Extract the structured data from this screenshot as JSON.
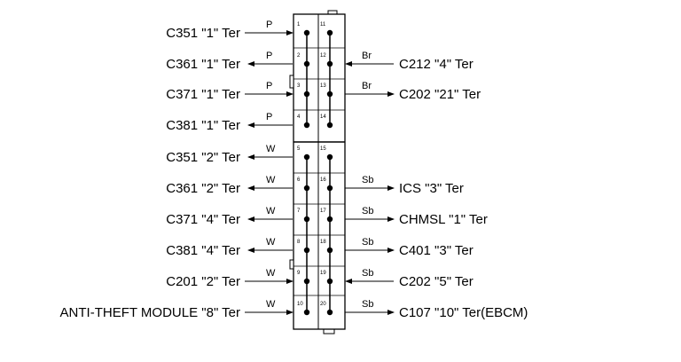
{
  "connector": {
    "pins": [
      {
        "num": "1",
        "col": 0,
        "row": 0
      },
      {
        "num": "2",
        "col": 0,
        "row": 1
      },
      {
        "num": "3",
        "col": 0,
        "row": 2
      },
      {
        "num": "4",
        "col": 0,
        "row": 3
      },
      {
        "num": "5",
        "col": 0,
        "row": 4
      },
      {
        "num": "6",
        "col": 0,
        "row": 5
      },
      {
        "num": "7",
        "col": 0,
        "row": 6
      },
      {
        "num": "8",
        "col": 0,
        "row": 7
      },
      {
        "num": "9",
        "col": 0,
        "row": 8
      },
      {
        "num": "10",
        "col": 0,
        "row": 9
      },
      {
        "num": "11",
        "col": 1,
        "row": 0
      },
      {
        "num": "12",
        "col": 1,
        "row": 1
      },
      {
        "num": "13",
        "col": 1,
        "row": 2
      },
      {
        "num": "14",
        "col": 1,
        "row": 3
      },
      {
        "num": "15",
        "col": 1,
        "row": 4
      },
      {
        "num": "16",
        "col": 1,
        "row": 5
      },
      {
        "num": "17",
        "col": 1,
        "row": 6
      },
      {
        "num": "18",
        "col": 1,
        "row": 7
      },
      {
        "num": "19",
        "col": 1,
        "row": 8
      },
      {
        "num": "20",
        "col": 1,
        "row": 9
      }
    ]
  },
  "left_connections": [
    {
      "label": "C351 \"1\" Ter",
      "wire": "P",
      "dir": "in"
    },
    {
      "label": "C361 \"1\" Ter",
      "wire": "P",
      "dir": "out"
    },
    {
      "label": "C371 \"1\" Ter",
      "wire": "P",
      "dir": "in"
    },
    {
      "label": "C381 \"1\" Ter",
      "wire": "P",
      "dir": "out"
    },
    {
      "label": "C351 \"2\" Ter",
      "wire": "W",
      "dir": "out"
    },
    {
      "label": "C361 \"2\" Ter",
      "wire": "W",
      "dir": "out"
    },
    {
      "label": "C371 \"4\" Ter",
      "wire": "W",
      "dir": "out"
    },
    {
      "label": "C381 \"4\" Ter",
      "wire": "W",
      "dir": "out"
    },
    {
      "label": "C201 \"2\" Ter",
      "wire": "W",
      "dir": "in"
    },
    {
      "label": "ANTI-THEFT MODULE \"8\" Ter",
      "wire": "W",
      "dir": "in"
    }
  ],
  "right_connections": [
    {
      "label": "C212 \"4\" Ter",
      "wire": "Br",
      "dir": "in"
    },
    {
      "label": "C202 \"21\" Ter",
      "wire": "Br",
      "dir": "out"
    },
    {
      "label": "ICS \"3\" Ter",
      "wire": "Sb",
      "dir": "out"
    },
    {
      "label": "CHMSL \"1\" Ter",
      "wire": "Sb",
      "dir": "out"
    },
    {
      "label": "C401 \"3\" Ter",
      "wire": "Sb",
      "dir": "out"
    },
    {
      "label": "C202 \"5\" Ter",
      "wire": "Sb",
      "dir": "in"
    },
    {
      "label": "C107 \"10\" Ter(EBCM)",
      "wire": "Sb",
      "dir": "out"
    }
  ]
}
